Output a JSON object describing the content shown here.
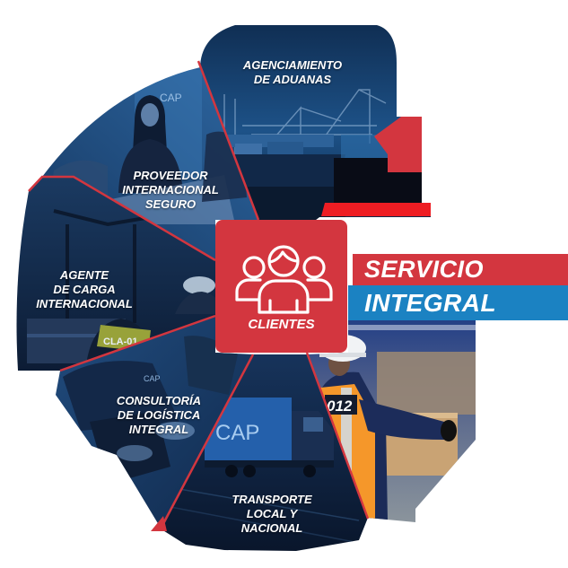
{
  "center": {
    "label": "CLIENTES",
    "icon": "people-group-icon"
  },
  "banner": {
    "line1": "SERVICIO",
    "line2": "INTEGRAL"
  },
  "segments": [
    {
      "lines": [
        "AGENCIAMIENTO",
        "DE ADUANAS"
      ]
    },
    {
      "lines": [
        "PROVEEDOR",
        "INTERNACIONAL",
        "SEGURO"
      ]
    },
    {
      "lines": [
        "AGENTE",
        "DE CARGA",
        "INTERNACIONAL"
      ]
    },
    {
      "lines": [
        "CONSULTORÍA",
        "DE LOGÍSTICA",
        "INTEGRAL"
      ]
    },
    {
      "lines": [
        "TRANSPORTE",
        "LOCAL Y",
        "NACIONAL"
      ]
    }
  ],
  "photo_texts": {
    "wall_logo": "CAP",
    "vest_tag": "CLA-01",
    "jacket_logo": "CAP",
    "truck_logo": "CAP",
    "worker_vest_number": "012"
  },
  "colors": {
    "accent_red": "#d3363f",
    "accent_blue": "#1b82c2",
    "bright_red": "#ee1d23",
    "photo_navy": "#12305a",
    "text": "#ffffff",
    "background": "#ffffff"
  }
}
